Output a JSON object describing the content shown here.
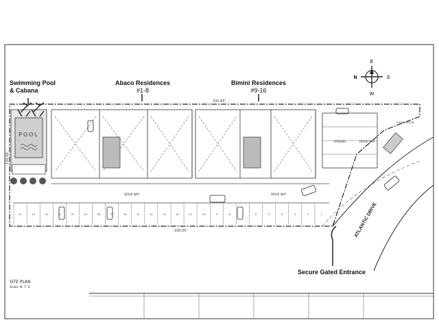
{
  "labels": {
    "pool_title_line1": "Swimming Pool",
    "pool_title_line2": "& Cabana",
    "abaco_title": "Abaco Residences",
    "abaco_units": "#1-8",
    "bimini_title": "Bimini Residences",
    "bimini_units": "#9-16",
    "secure_entrance": "Secure Gated Entrance",
    "atlantic_drive": "ATLANTIC DRIVE",
    "pool_word": "POOL",
    "drive_way_1": "DRIVE WAY",
    "drive_way_2": "DRIVE WAY",
    "drive_way_3": "DRIVE WAY",
    "parking": "PARKING",
    "site_plan": "SITE PLAN",
    "scale": "Scale: N. T. S.",
    "dim_top": "330.85'",
    "dim_left": "130.00'",
    "dim_bottom": "100.00'",
    "guard_house": "GUARD HOUSE"
  },
  "compass": {
    "n": "N",
    "e": "E",
    "s": "S",
    "w": "W"
  },
  "parking_numbers": [
    "24",
    "23",
    "22",
    "21",
    "20",
    "19",
    "18",
    "17",
    "16",
    "15",
    "14",
    "13",
    "12",
    "11",
    "10",
    "9",
    "8",
    "7",
    "6",
    "5",
    "4",
    "3",
    "2",
    "1"
  ],
  "colors": {
    "line": "#333333",
    "pool_fill": "#cfcfcf",
    "background": "#ffffff"
  }
}
